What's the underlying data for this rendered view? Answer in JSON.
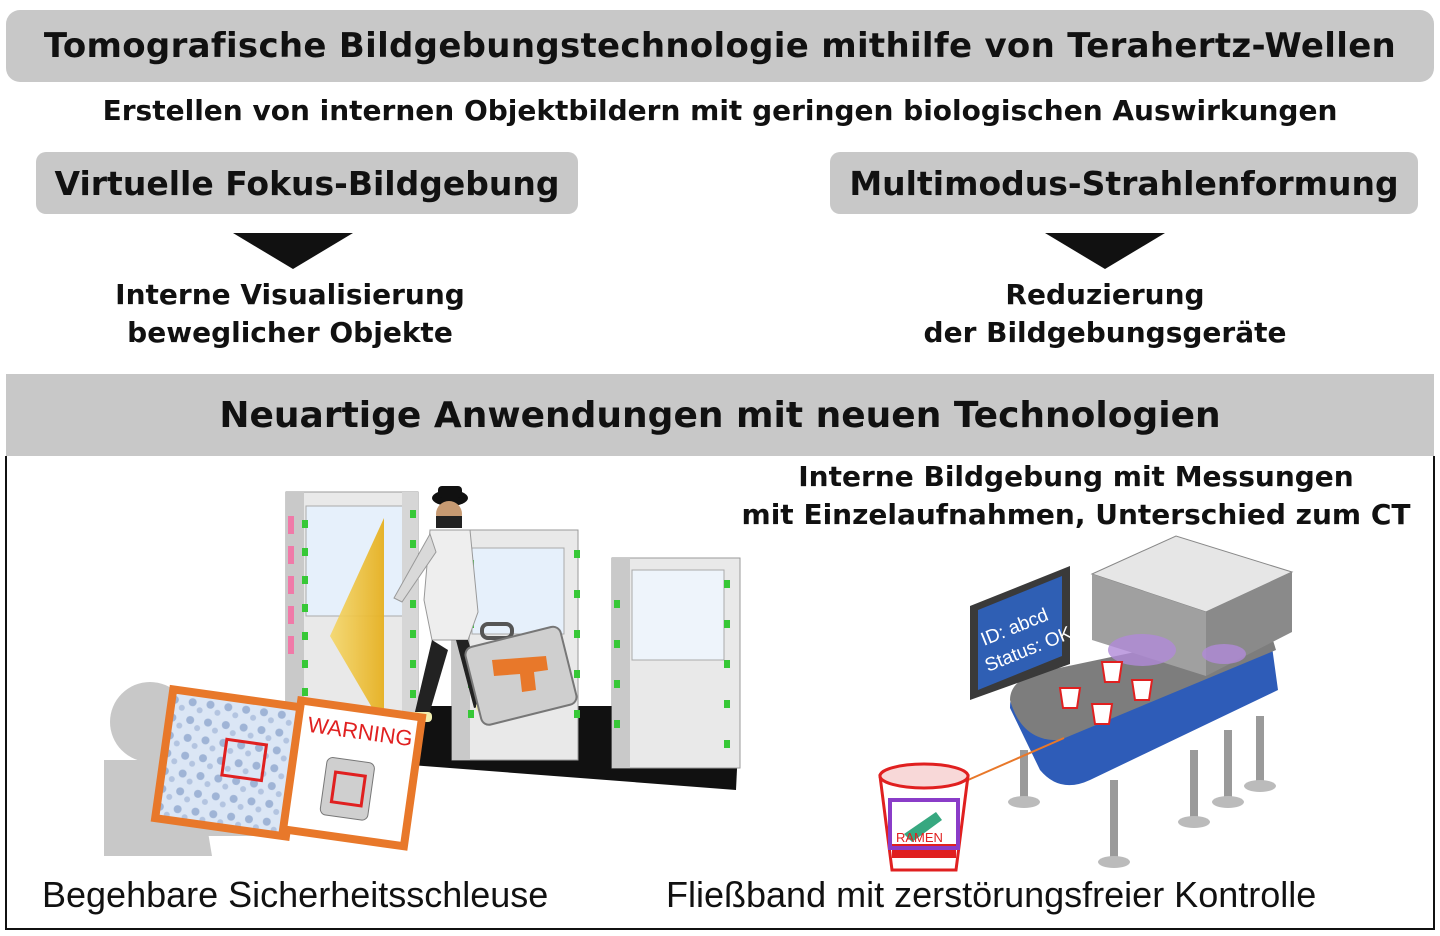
{
  "title": "Tomografische Bildgebungstechnologie mithilfe von Terahertz-Wellen",
  "subtitle": "Erstellen von internen Objektbildern mit geringen biologischen Auswirkungen",
  "left_branch": {
    "technique": "Virtuelle Fokus-Bildgebung",
    "result_line1": "Interne Visualisierung",
    "result_line2": "beweglicher Objekte"
  },
  "right_branch": {
    "technique": "Multimodus-Strahlenformung",
    "result_line1": "Reduzierung",
    "result_line2": "der Bildgebungsgeräte"
  },
  "applications": {
    "heading": "Neuartige Anwendungen mit neuen Technologien",
    "ct_note_line1": "Interne Bildgebung mit Messungen",
    "ct_note_line2": "mit Einzelaufnahmen, Unterschied zum CT",
    "warning_label": "WARNING",
    "monitor_line1": "ID: abcd",
    "monitor_line2": "Status: OK",
    "cup_label": "RAMEN",
    "left_caption": "Begehbare Sicherheitsschleuse",
    "right_caption": "Fließband mit zerstörungsfreier Kontrolle"
  },
  "colors": {
    "banner_gray": "#c8c8c8",
    "frame_orange": "#e8782a",
    "alert_red": "#e02020",
    "monitor_blue": "#2f5fb4",
    "belt_blue": "#2e5cb8",
    "scan_yellow": "#f2c22e",
    "led_green": "#37c837",
    "led_pink": "#f07aa8"
  },
  "icons": [
    "person-silhouette-icon",
    "security-gate-icon",
    "suitcase-icon",
    "gun-icon",
    "conveyor-belt-icon",
    "ramen-cup-icon",
    "monitor-icon"
  ]
}
